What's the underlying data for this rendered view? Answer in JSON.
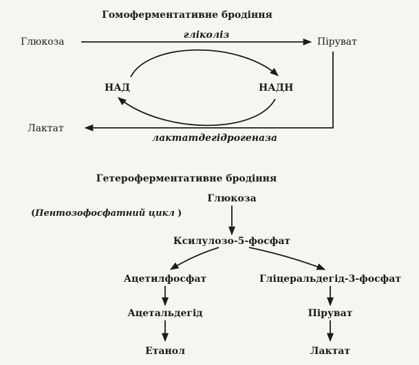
{
  "homo": {
    "title": "Гомоферментативне бродіння",
    "glucose": "Глюкоза",
    "pyruvate": "Піруват",
    "lactate": "Лактат",
    "nad": "НАД",
    "nadh": "НАДН",
    "glycolysis": "гліколіз",
    "ldh": "лактатдегідрогеназа"
  },
  "hetero": {
    "title": "Гетероферментативне бродіння",
    "glucose": "Глюкоза",
    "ppp": "(Пентозофосфатний цикл)",
    "xylulose": "Ксилулозо-5-фосфат",
    "acetylphosphate": "Ацетилфосфат",
    "g3p": "Гліцеральдегід-3-фосфат",
    "acetaldehyde": "Ацетальдегід",
    "pyruvate": "Піруват",
    "ethanol": "Етанол",
    "lactate": "Лактат"
  }
}
